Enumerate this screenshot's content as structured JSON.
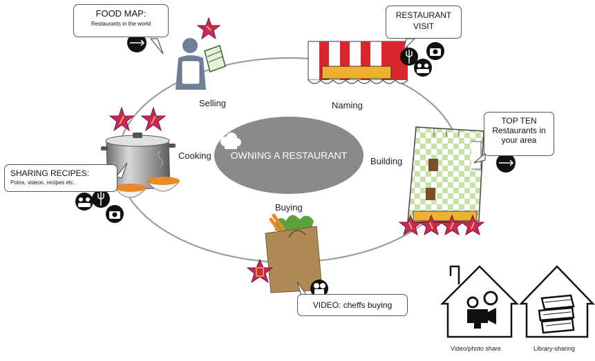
{
  "center": {
    "label": "OWNING A RESTAURANT"
  },
  "stages": {
    "selling": "Selling",
    "naming": "Naming",
    "building": "Building",
    "buying": "Buying",
    "cooking": "Cooking"
  },
  "callouts": {
    "food_map": {
      "title": "FOOD MAP:",
      "subtitle": "Restaurants in the world"
    },
    "restaurant_visit": {
      "line1": "RESTAURANT",
      "line2": "VISIT"
    },
    "top_ten": {
      "line1": "TOP TEN",
      "line2": "Restaurants in",
      "line3": "your area"
    },
    "sharing_recipes": {
      "title": "SHARING RECIPES:",
      "subtitle": "Potos, videos, recipes etc."
    },
    "video_buying": {
      "text": "VIDEO: cheffs buying"
    }
  },
  "houses": {
    "video_share": "Video/photo share",
    "library_share": "Library-sharing"
  },
  "colors": {
    "star": "#c8285a",
    "star_stroke": "#7a1035",
    "awning_red": "#d9252c",
    "awning_sign": "#f0b030",
    "center_ellipse": "#8a8a8a",
    "floor_green": "#c9e3a7",
    "bag": "#b08a55",
    "soup": "#e8892a"
  },
  "icons": [
    "pin-icon",
    "person-icon",
    "camera-icon",
    "video-camera-icon",
    "cutlery-icon",
    "book-icon"
  ]
}
